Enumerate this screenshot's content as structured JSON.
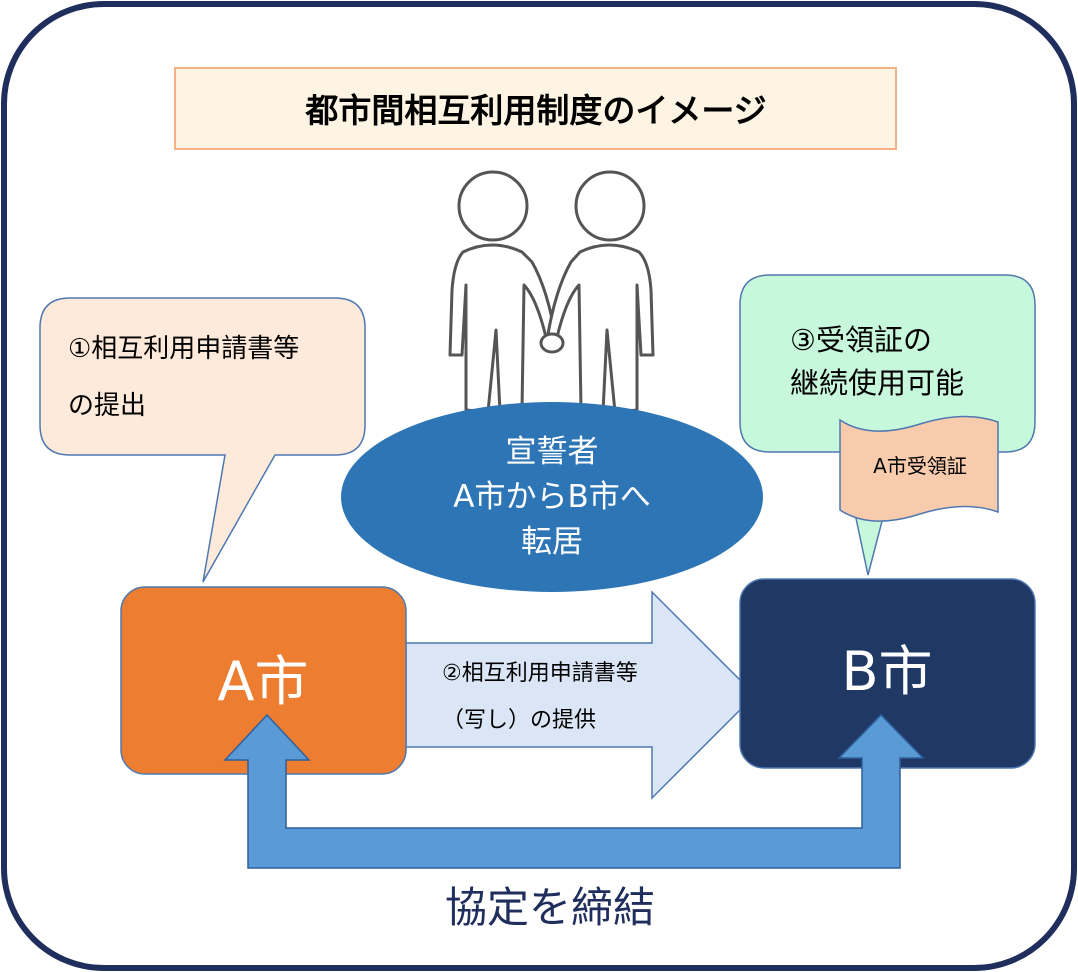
{
  "title": "都市間相互利用制度のイメージ",
  "declarant": {
    "line1": "宣誓者",
    "line2": "A市からB市へ",
    "line3": "転居"
  },
  "city_a": {
    "label": "A市",
    "color": "#ED7D31"
  },
  "city_b": {
    "label": "B市",
    "color": "#203864"
  },
  "bubble_left": {
    "line1": "①相互利用申請書等",
    "line2": "の提出",
    "color": "#FDEADA"
  },
  "bubble_right": {
    "line1": "③受領証の",
    "line2": "継続使用可能",
    "color": "#C8F8DC"
  },
  "receipt_label": "A市受領証",
  "transfer_arrow": {
    "line1": "②相互利用申請書等",
    "line2": "（写し）の提供"
  },
  "agreement_label": "協定を締結",
  "colors": {
    "frame": "#1F2E5C",
    "title_bg": "#FEF4E3",
    "title_border": "#F4B183",
    "ellipse": "#2E75B6",
    "arrow_blue": "#5B9BD5",
    "arrow_light": "#DAE6F5",
    "receipt": "#F8CBAD"
  }
}
